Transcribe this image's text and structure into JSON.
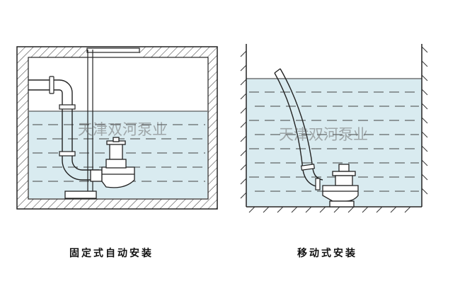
{
  "captions": {
    "left": "固定式自动安装",
    "right": "移动式安装"
  },
  "watermark": {
    "left": "天津双河泵业",
    "right": "天津双河泵业"
  },
  "colors": {
    "water": "#d9ebf0",
    "line": "#222222",
    "dash": "#444444",
    "background": "#ffffff"
  }
}
